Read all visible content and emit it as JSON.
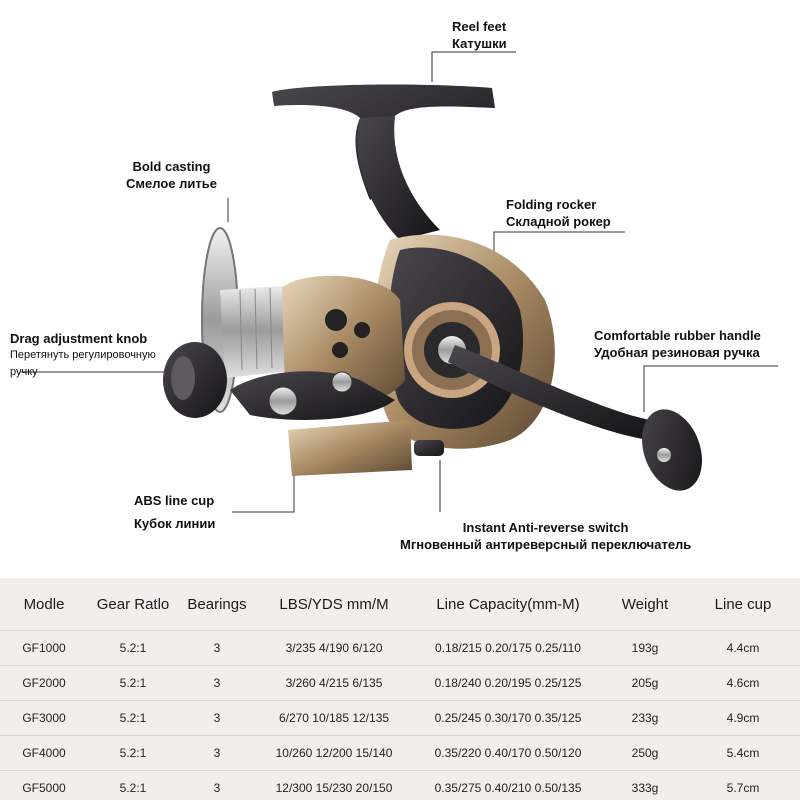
{
  "callouts": {
    "reel_feet": {
      "en": "Reel feet",
      "ru": "Катушки"
    },
    "bold_casting": {
      "en": "Bold casting",
      "ru": "Смелое литье"
    },
    "folding_rocker": {
      "en": "Folding rocker",
      "ru": "Складной рокер"
    },
    "drag_knob": {
      "en": "Drag adjustment knob",
      "ru": "Перетянуть регулировочную",
      "ru2": "ручку"
    },
    "rubber_handle": {
      "en": "Comfortable rubber handle",
      "ru": "Удобная резиновая ручка"
    },
    "abs_cup": {
      "en": "ABS line cup",
      "ru": "Кубок линии"
    },
    "anti_reverse": {
      "en": "Instant Anti-reverse switch",
      "ru": "Мгновенный антиреверсный переключатель"
    }
  },
  "spec_table": {
    "headers": [
      "Modle",
      "Gear Ratlo",
      "Bearings",
      "LBS/YDS mm/M",
      "Line Capacity(mm-M)",
      "Weight",
      "Line cup"
    ],
    "rows": [
      [
        "GF1000",
        "5.2:1",
        "3",
        "3/235  4/190  6/120",
        "0.18/215  0.20/175  0.25/110",
        "193g",
        "4.4cm"
      ],
      [
        "GF2000",
        "5.2:1",
        "3",
        "3/260  4/215  6/135",
        "0.18/240  0.20/195  0.25/125",
        "205g",
        "4.6cm"
      ],
      [
        "GF3000",
        "5.2:1",
        "3",
        "6/270 10/185 12/135",
        "0.25/245  0.30/170  0.35/125",
        "233g",
        "4.9cm"
      ],
      [
        "GF4000",
        "5.2:1",
        "3",
        "10/260 12/200 15/140",
        "0.35/220  0.40/170 0.50/120",
        "250g",
        "5.4cm"
      ],
      [
        "GF5000",
        "5.2:1",
        "3",
        "12/300 15/230 20/150",
        "0.35/275  0.40/210 0.50/135",
        "333g",
        "5.7cm"
      ]
    ]
  },
  "colors": {
    "body": "#2b2a2e",
    "accent": "#b79a78",
    "spool": "#c9c4c0",
    "table_bg": "#f1efed"
  }
}
